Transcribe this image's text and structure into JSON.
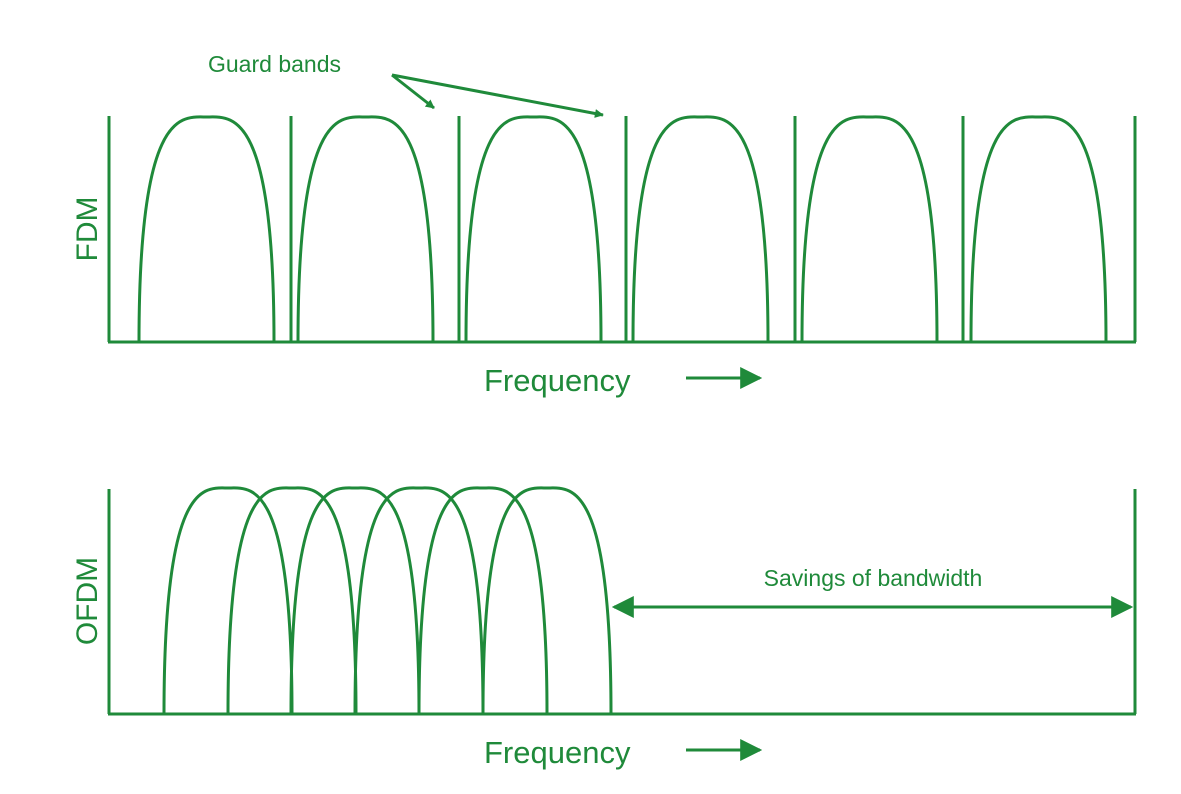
{
  "colors": {
    "line": "#1f8a3a",
    "text": "#1f8a3a",
    "background": "#ffffff"
  },
  "fdm": {
    "axis_label": "FDM",
    "x_axis_label": "Frequency",
    "annotation": "Guard bands",
    "subcarrier_count": 6
  },
  "ofdm": {
    "axis_label": "OFDM",
    "x_axis_label": "Frequency",
    "annotation": "Savings of bandwidth",
    "subcarrier_count": 6
  }
}
